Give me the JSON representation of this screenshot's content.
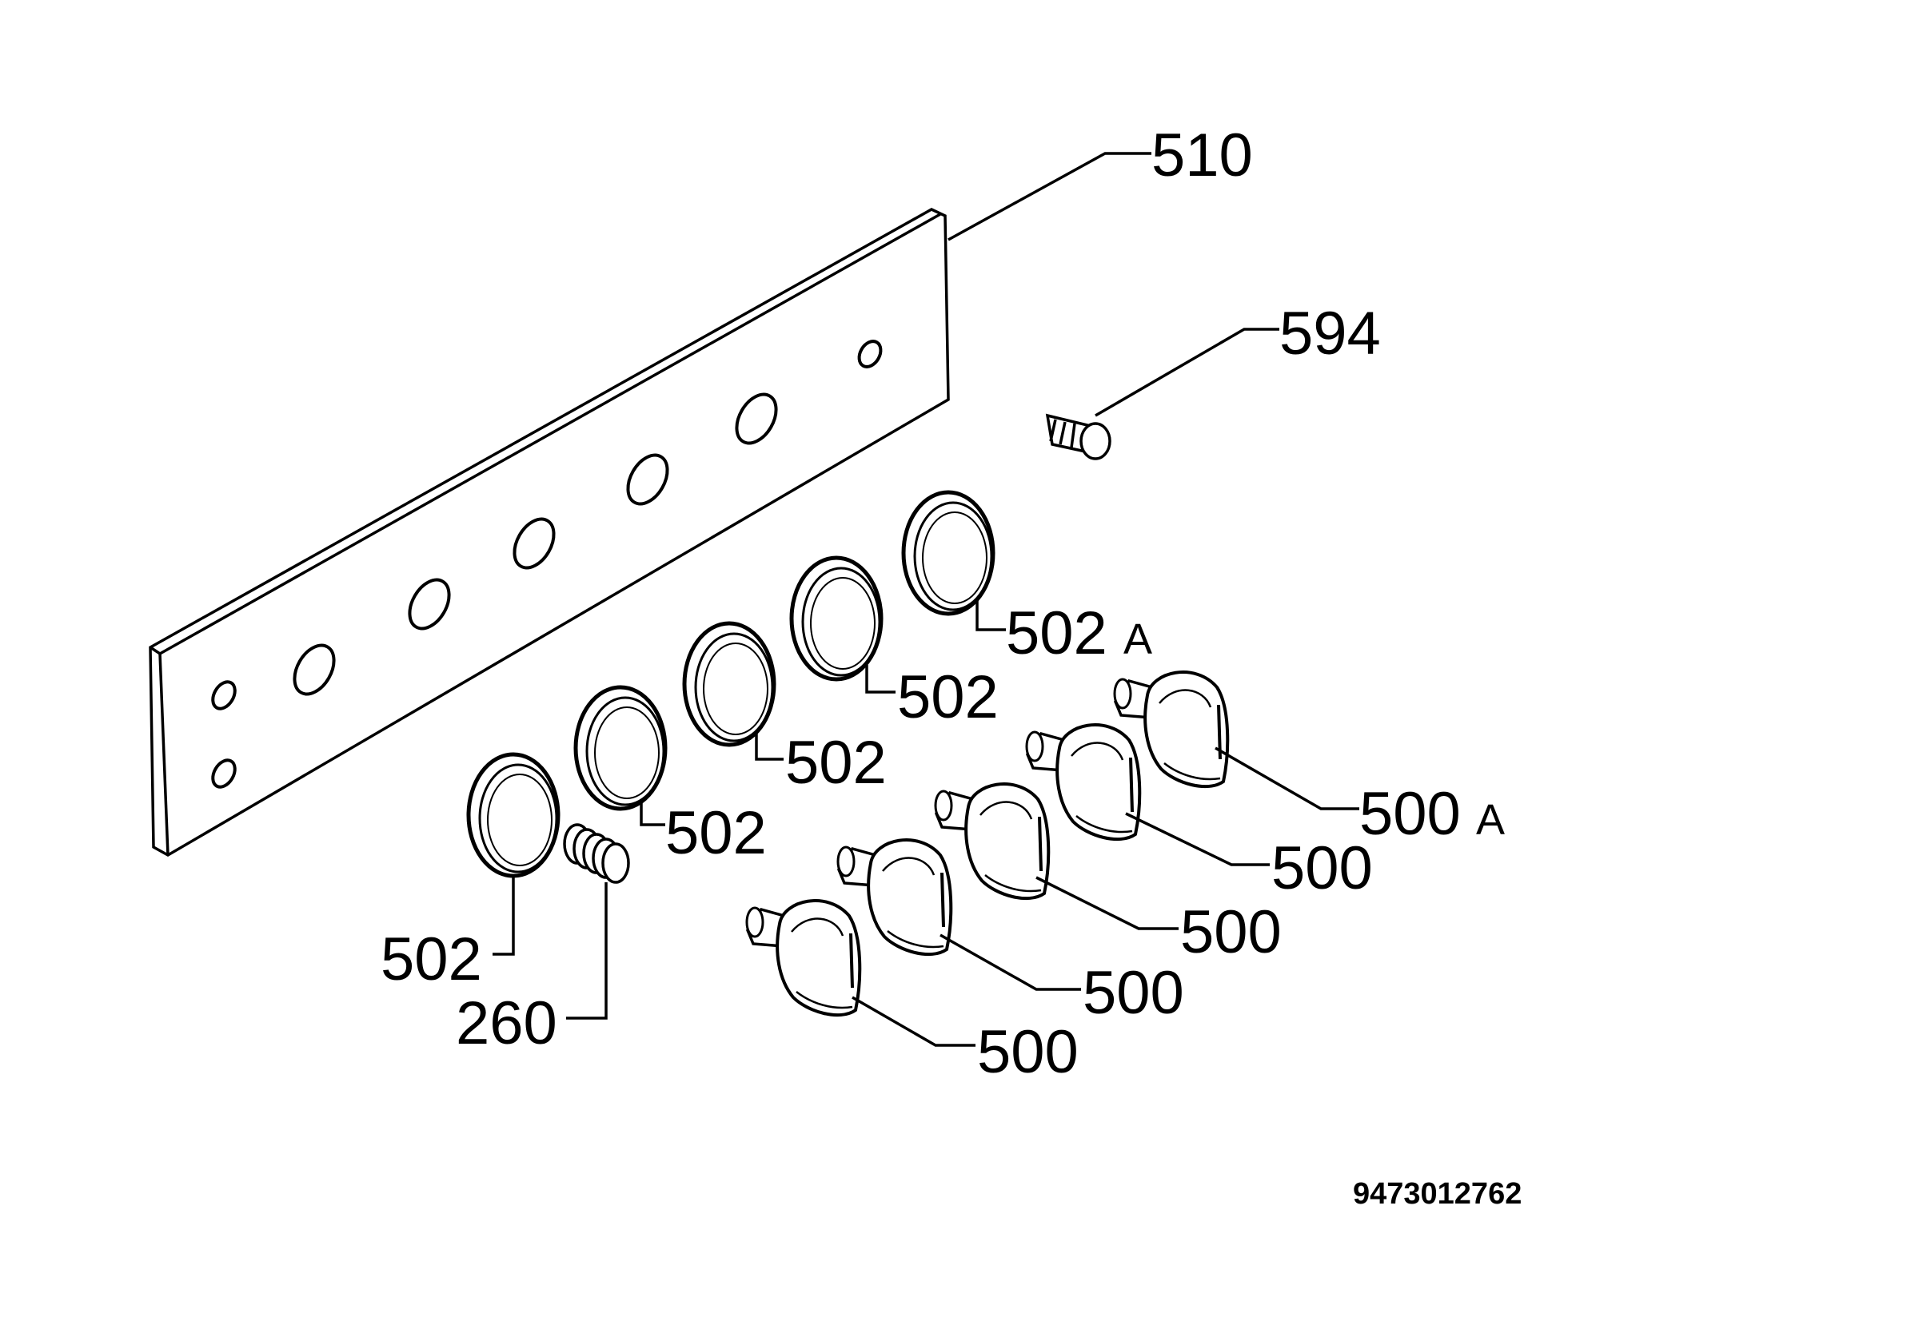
{
  "labels": {
    "panel": "510",
    "indicator": "594",
    "bezel_a": "502",
    "bezel_a_suffix": "A",
    "bezel_1": "502",
    "bezel_2": "502",
    "bezel_3": "502",
    "bezel_4": "502",
    "spring": "260",
    "knob_a": "500",
    "knob_a_suffix": "A",
    "knob_1": "500",
    "knob_2": "500",
    "knob_3": "500",
    "knob_4": "500"
  },
  "drawing_code": "9473012762"
}
